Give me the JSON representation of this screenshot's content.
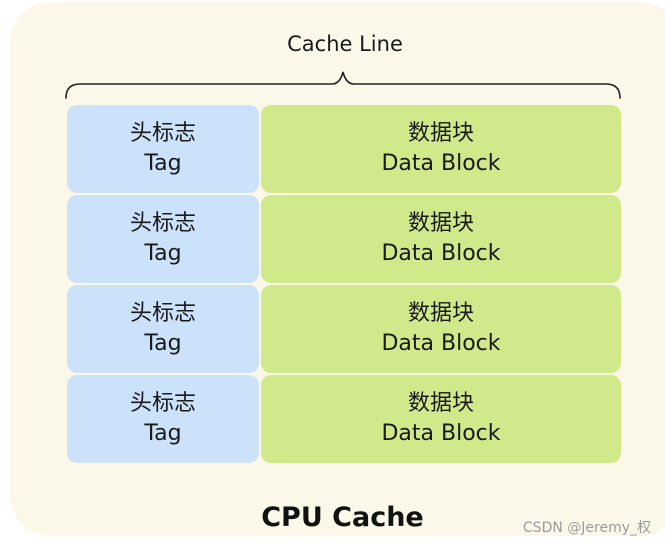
{
  "diagram": {
    "top_label": "Cache Line",
    "rows": [
      {
        "tag_zh": "头标志",
        "tag_en": "Tag",
        "data_zh": "数据块",
        "data_en": "Data Block"
      },
      {
        "tag_zh": "头标志",
        "tag_en": "Tag",
        "data_zh": "数据块",
        "data_en": "Data Block"
      },
      {
        "tag_zh": "头标志",
        "tag_en": "Tag",
        "data_zh": "数据块",
        "data_en": "Data Block"
      },
      {
        "tag_zh": "头标志",
        "tag_en": "Tag",
        "data_zh": "数据块",
        "data_en": "Data Block"
      }
    ],
    "title": "CPU Cache",
    "watermark": "CSDN @Jeremy_权"
  },
  "colors": {
    "background": "#fbf8ea",
    "tag_fill": "#cce2fb",
    "data_fill": "#d0e98b"
  }
}
